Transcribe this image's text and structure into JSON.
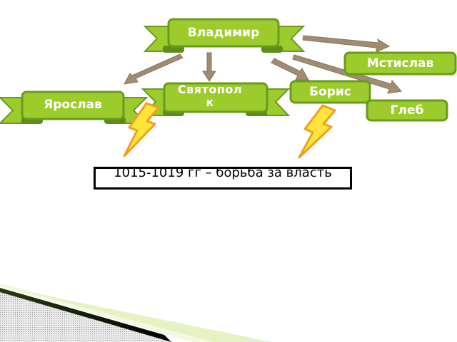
{
  "nodes": {
    "vladimir": "Владимир",
    "mstislav": "Мстислав",
    "boris": "Борис",
    "gleb": "Глеб",
    "yaroslav": "Ярослав",
    "svyatopolk": "Святополк"
  },
  "caption": "1015-1019 гг – борьба за власть",
  "colors": {
    "ribbon_fill": "#9ccc2c",
    "ribbon_dark": "#5e8c1a",
    "ribbon_border": "#6a9a20",
    "arrow": "#a08c74",
    "lightning_fill": "#ffe53b",
    "lightning_stroke": "#f0a020"
  }
}
